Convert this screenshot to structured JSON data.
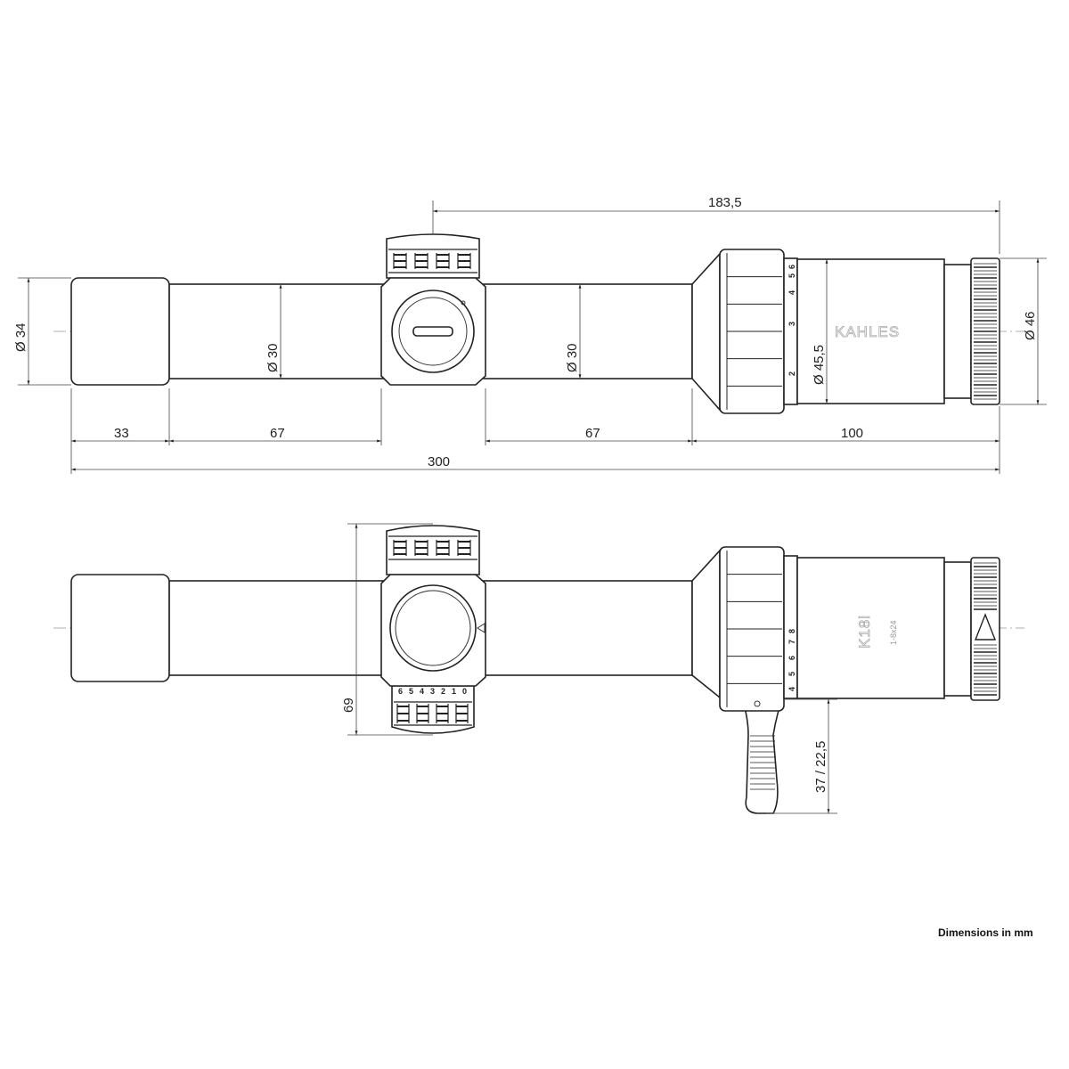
{
  "drawing": {
    "brand": "KAHLES",
    "model": "K18i",
    "magnification": "1-8x24",
    "note": "Dimensions in mm"
  },
  "top_view": {
    "dims": {
      "d34": "Ø 34",
      "d30_left": "Ø 30",
      "d30_right": "Ø 30",
      "d45_5": "Ø 45,5",
      "d46": "Ø 46",
      "len_183_5": "183,5",
      "len_33": "33",
      "len_67_left": "67",
      "len_67_right": "67",
      "len_100": "100",
      "len_300": "300"
    },
    "zoom_scale": [
      "2",
      "3",
      "4",
      "5",
      "6"
    ]
  },
  "side_view": {
    "dims": {
      "h69": "69",
      "lever": "37 / 22,5"
    },
    "zoom_scale": [
      "4",
      "5",
      "6",
      "7",
      "8"
    ],
    "turret_scale": [
      "6",
      "5",
      "4",
      "3",
      "2",
      "1",
      "0"
    ]
  }
}
